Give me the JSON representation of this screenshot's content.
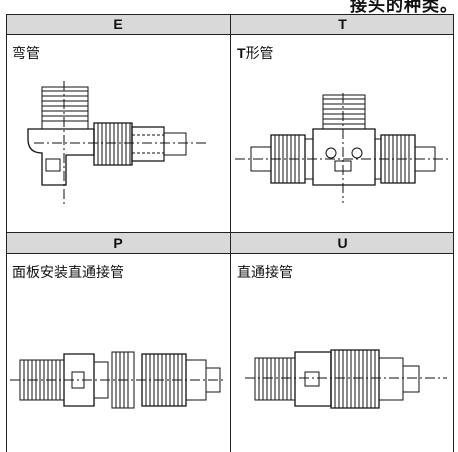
{
  "page": {
    "title_fragment": "接头的种类。"
  },
  "table": {
    "columns": [
      {
        "code": "E",
        "name": "弯管"
      },
      {
        "code": "T",
        "name_prefix": "T",
        "name": "形管"
      },
      {
        "code": "P",
        "name": "面板安装直通接管"
      },
      {
        "code": "U",
        "name": "直通接管"
      }
    ]
  },
  "colors": {
    "header_bg": "#d9d9d9",
    "border": "#222222",
    "line": "#111111"
  },
  "icons": [
    "elbow-fitting-icon",
    "tee-fitting-icon",
    "panel-mount-union-icon",
    "straight-union-icon"
  ]
}
